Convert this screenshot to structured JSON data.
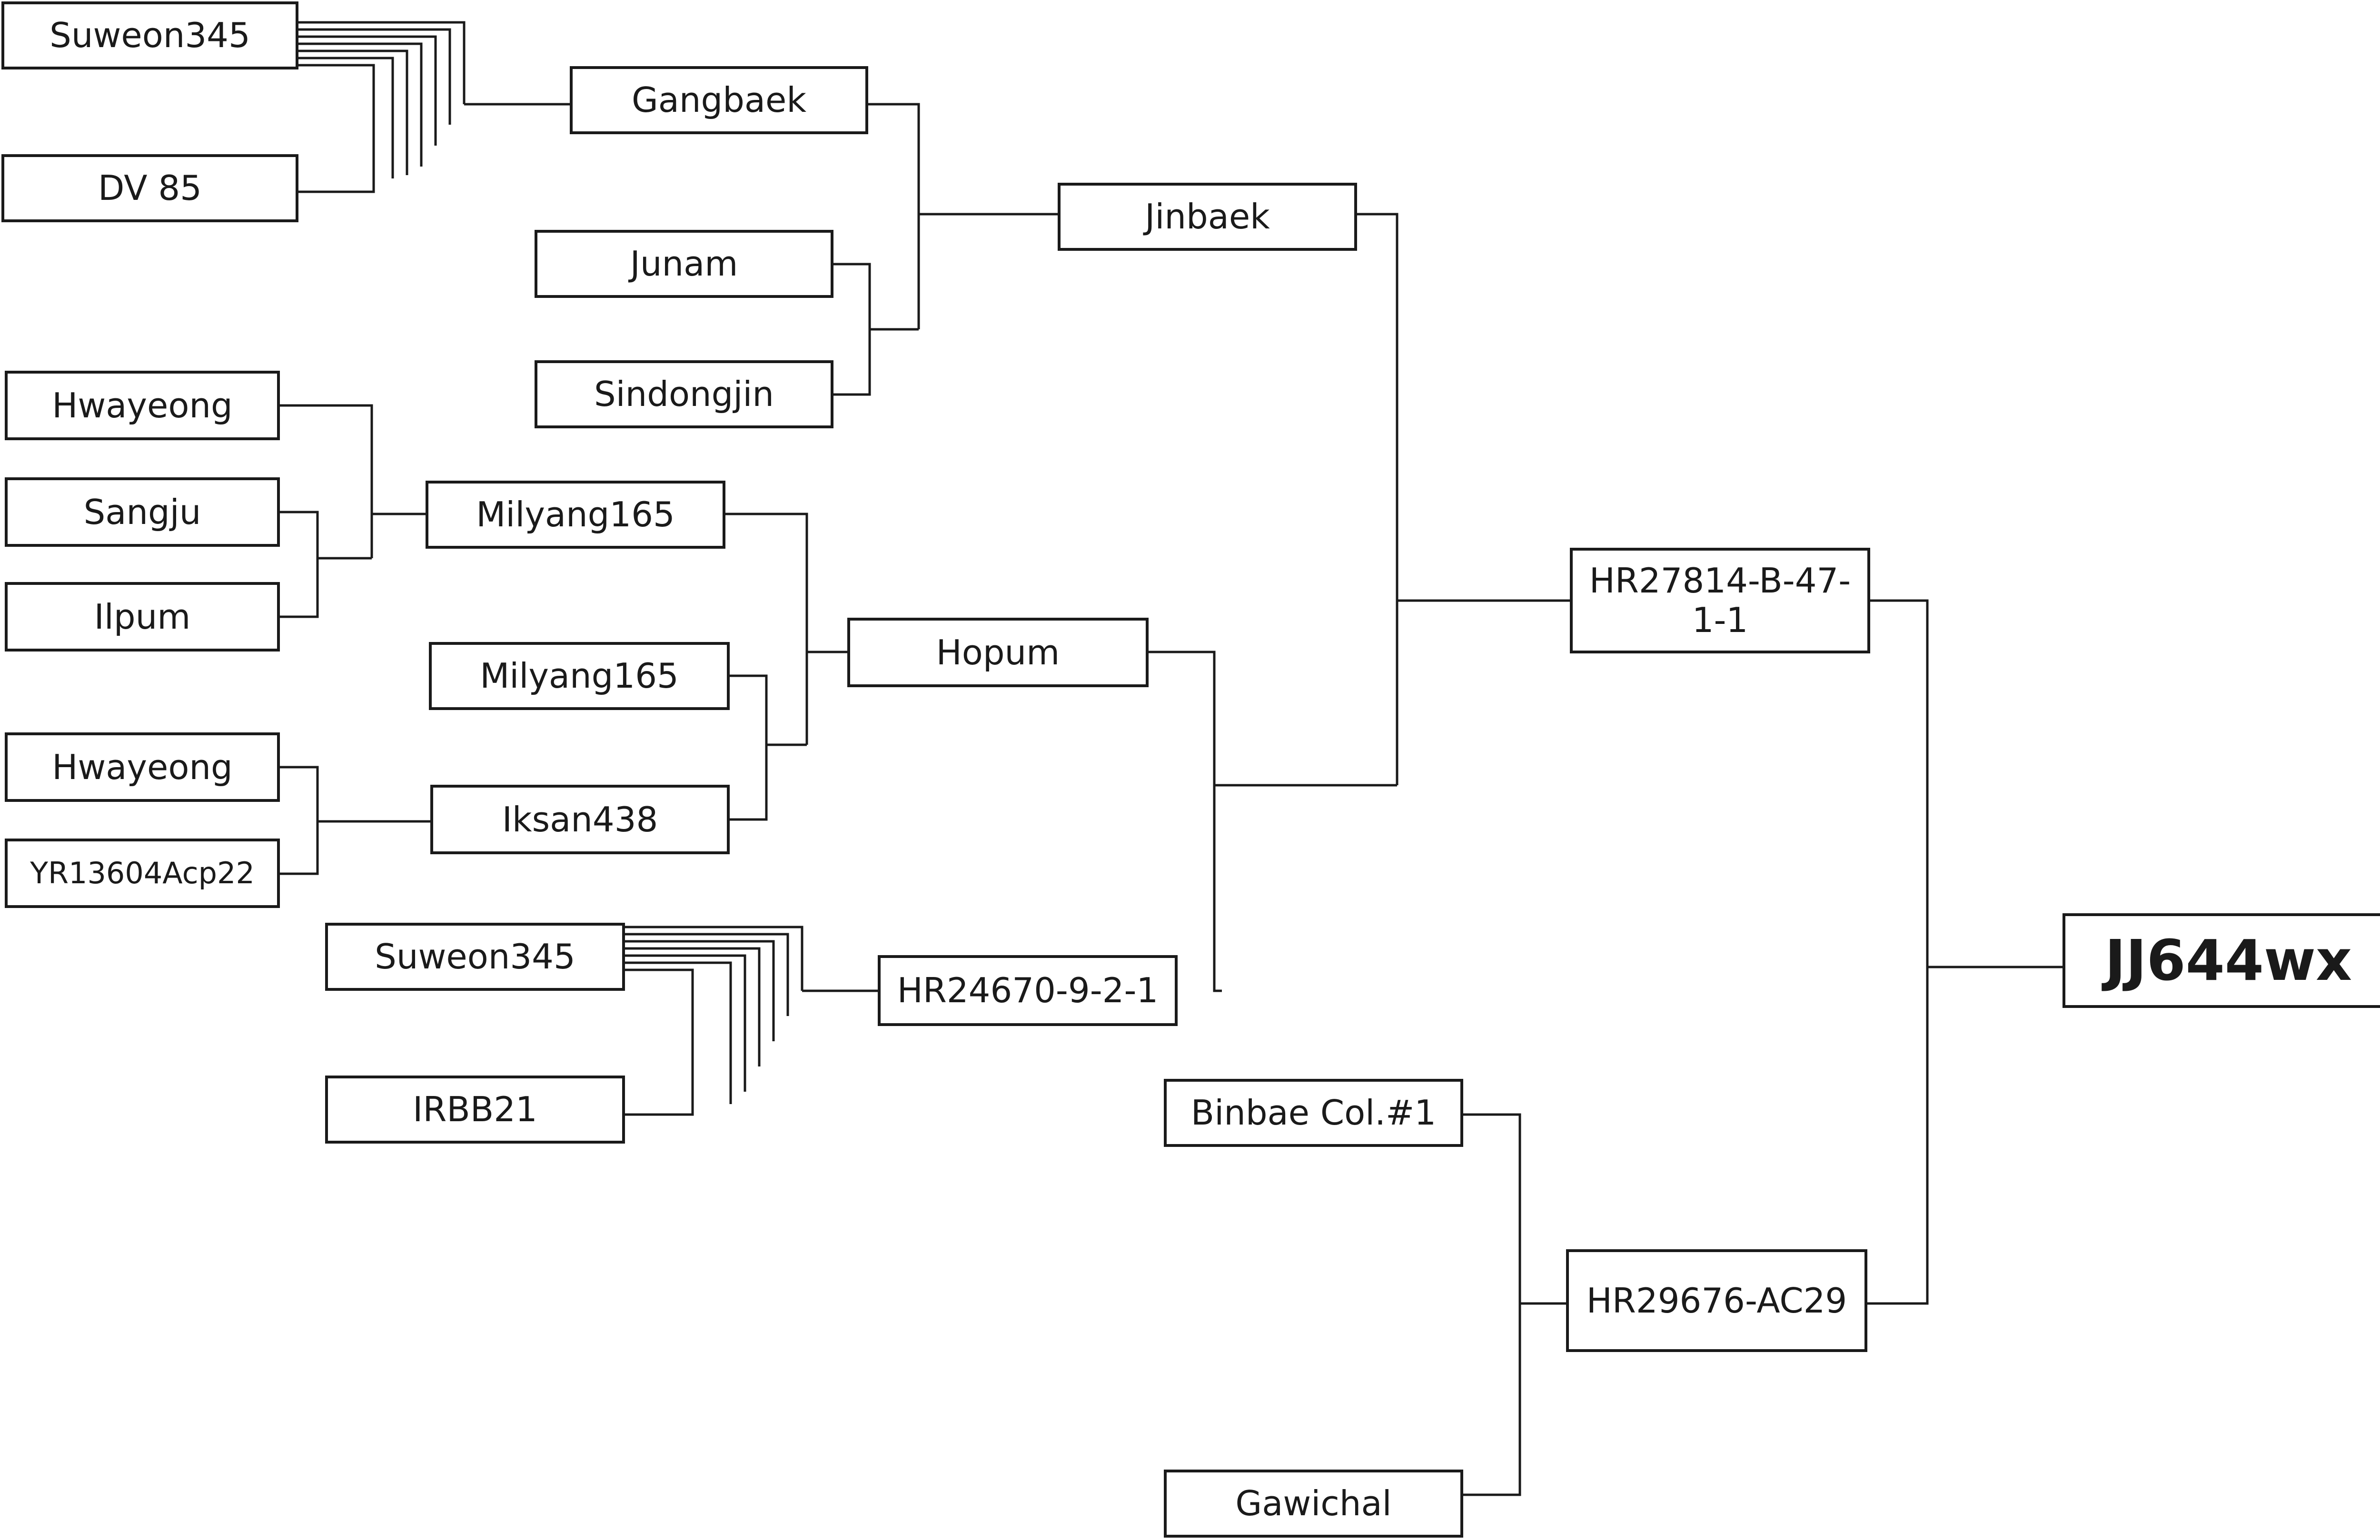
{
  "pedigree": {
    "nodes": {
      "suweon345_a": "Suweon345",
      "dv85": "DV 85",
      "gangbaek": "Gangbaek",
      "junam": "Junam",
      "sindongjin": "Sindongjin",
      "jinbaek": "Jinbaek",
      "hwayeong_a": "Hwayeong",
      "sangju": "Sangju",
      "ilpum": "Ilpum",
      "milyang165_a": "Milyang165",
      "milyang165_b": "Milyang165",
      "hwayeong_b": "Hwayeong",
      "yr13604": "YR13604Acp22",
      "iksan438": "Iksan438",
      "hopum": "Hopum",
      "suweon345_b": "Suweon345",
      "irbb21": "IRBB21",
      "hr24670": "HR24670-9-2-1",
      "hr27814_l1": "HR27814-B-47-",
      "hr27814_l2": "1-1",
      "binbae": "Binbae Col.#1",
      "gawichal": "Gawichal",
      "hr29676": "HR29676-AC29",
      "jj644wx": "JJ644wx"
    }
  }
}
